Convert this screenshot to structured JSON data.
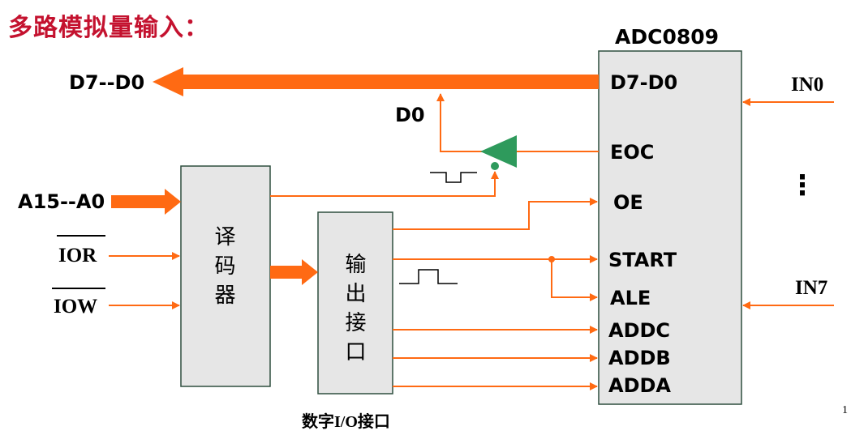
{
  "title": "多路模拟量输入：",
  "chip": {
    "name": "ADC0809",
    "pins_left": {
      "d_bus": "D7-D0",
      "eoc": "EOC",
      "oe": "OE",
      "start": "START",
      "ale": "ALE",
      "addc": "ADDC",
      "addb": "ADDB",
      "adda": "ADDA"
    },
    "inputs": {
      "in0": "IN0",
      "dots": "⋮",
      "in7": "IN7"
    }
  },
  "signals": {
    "data_bus": "D7--D0",
    "d0": "D0",
    "addr_bus": "A15--A0",
    "ior": "IOR",
    "iow": "IOW"
  },
  "decoder": {
    "label": "译码器"
  },
  "output_port": {
    "label": "输出接口"
  },
  "caption": "数字I/O接口",
  "page_number": "1",
  "colors": {
    "title": "#c4122f",
    "wire": "#ff6a13",
    "buffer": "#2e9a5c",
    "box_fill": "#e6e6e6",
    "box_border": "#2f4f3f"
  }
}
